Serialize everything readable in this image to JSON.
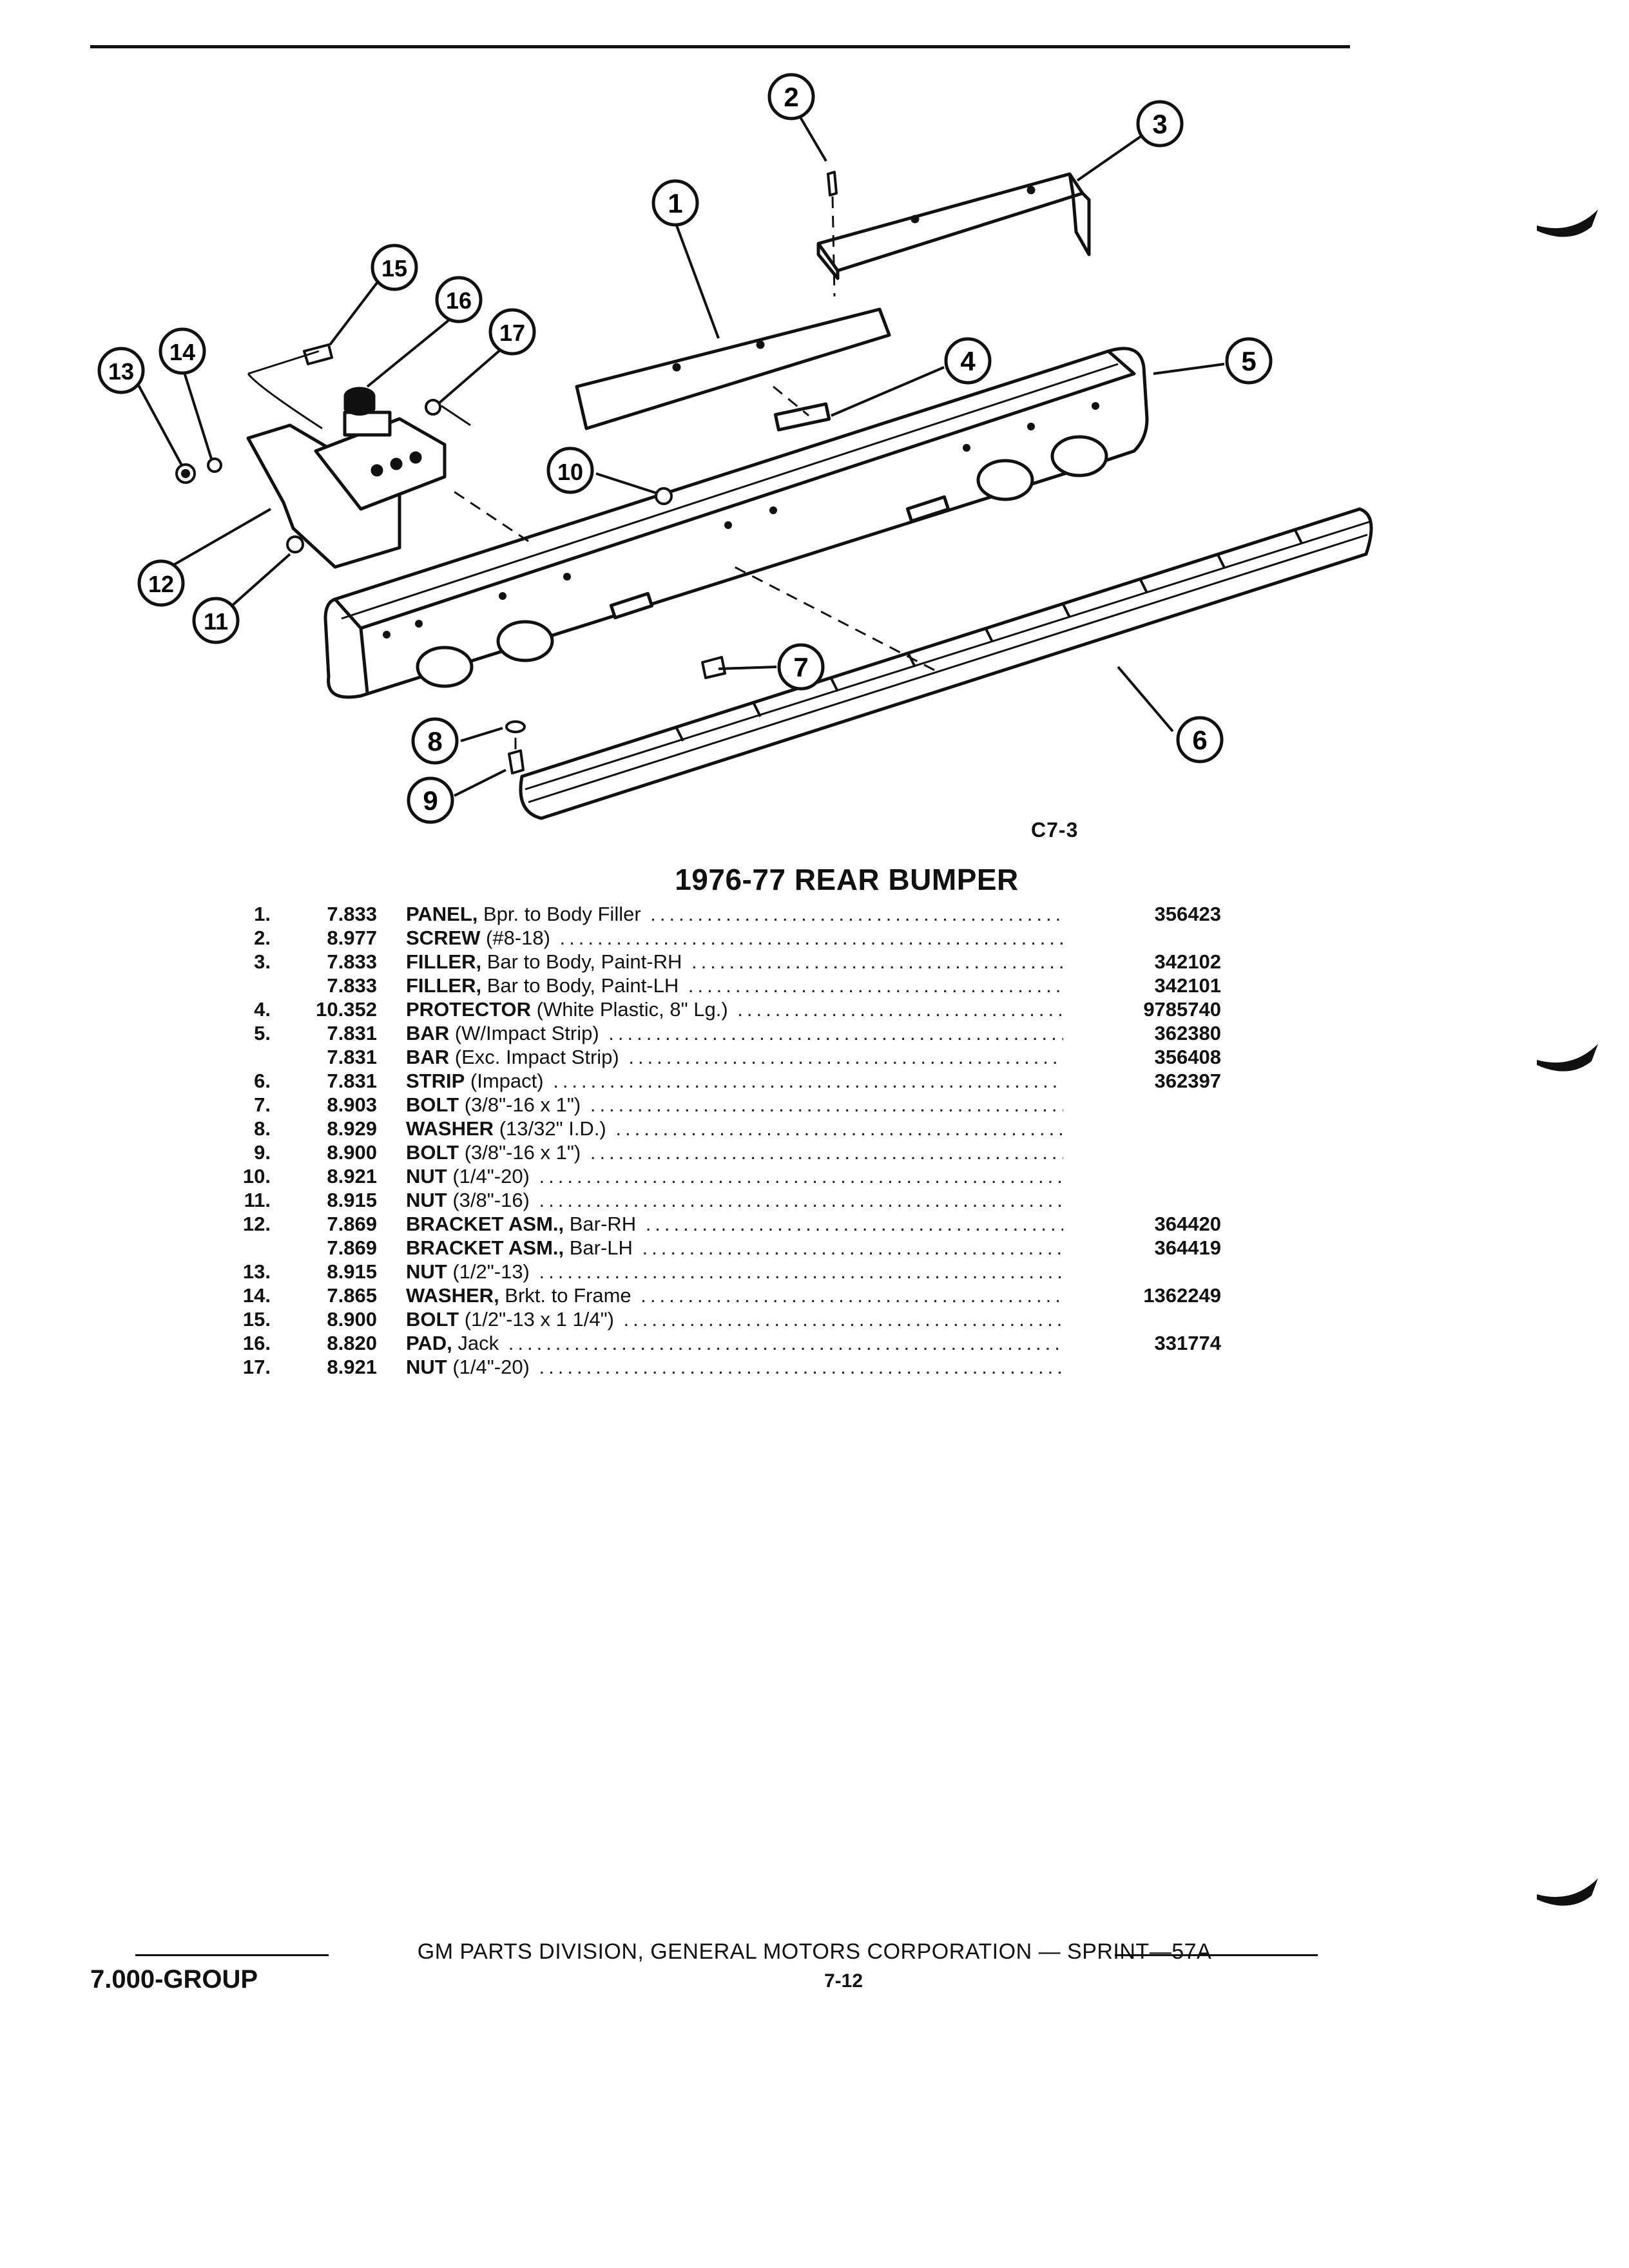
{
  "figure_code": "C7-3",
  "title": "1976-77 REAR BUMPER",
  "callouts": [
    "1",
    "2",
    "3",
    "4",
    "5",
    "6",
    "7",
    "8",
    "9",
    "10",
    "11",
    "12",
    "13",
    "14",
    "15",
    "16",
    "17"
  ],
  "parts": [
    {
      "num": "1.",
      "group": "7.833",
      "name": "PANEL,",
      "desc": " Bpr. to Body Filler",
      "part_no": "356423"
    },
    {
      "num": "2.",
      "group": "8.977",
      "name": "SCREW",
      "desc": " (#8-18)",
      "part_no": ""
    },
    {
      "num": "3.",
      "group": "7.833",
      "name": "FILLER,",
      "desc": " Bar to Body, Paint-RH",
      "part_no": "342102"
    },
    {
      "num": "",
      "group": "7.833",
      "name": "FILLER,",
      "desc": " Bar to Body, Paint-LH",
      "part_no": "342101"
    },
    {
      "num": "4.",
      "group": "10.352",
      "name": "PROTECTOR",
      "desc": " (White Plastic, 8\" Lg.)",
      "part_no": "9785740"
    },
    {
      "num": "5.",
      "group": "7.831",
      "name": "BAR",
      "desc": " (W/Impact Strip)",
      "part_no": "362380"
    },
    {
      "num": "",
      "group": "7.831",
      "name": "BAR",
      "desc": " (Exc. Impact Strip)",
      "part_no": "356408"
    },
    {
      "num": "6.",
      "group": "7.831",
      "name": "STRIP",
      "desc": " (Impact)",
      "part_no": "362397"
    },
    {
      "num": "7.",
      "group": "8.903",
      "name": "BOLT",
      "desc": " (3/8\"-16 x 1\")",
      "part_no": ""
    },
    {
      "num": "8.",
      "group": "8.929",
      "name": "WASHER",
      "desc": " (13/32\" I.D.)",
      "part_no": ""
    },
    {
      "num": "9.",
      "group": "8.900",
      "name": "BOLT",
      "desc": " (3/8\"-16 x 1\")",
      "part_no": ""
    },
    {
      "num": "10.",
      "group": "8.921",
      "name": "NUT",
      "desc": " (1/4\"-20)",
      "part_no": ""
    },
    {
      "num": "11.",
      "group": "8.915",
      "name": "NUT",
      "desc": " (3/8\"-16)",
      "part_no": ""
    },
    {
      "num": "12.",
      "group": "7.869",
      "name": "BRACKET ASM.,",
      "desc": " Bar-RH",
      "part_no": "364420"
    },
    {
      "num": "",
      "group": "7.869",
      "name": "BRACKET ASM.,",
      "desc": " Bar-LH",
      "part_no": "364419"
    },
    {
      "num": "13.",
      "group": "8.915",
      "name": "NUT",
      "desc": " (1/2\"-13)",
      "part_no": ""
    },
    {
      "num": "14.",
      "group": "7.865",
      "name": "WASHER,",
      "desc": " Brkt. to Frame",
      "part_no": "1362249"
    },
    {
      "num": "15.",
      "group": "8.900",
      "name": "BOLT",
      "desc": " (1/2\"-13 x 1 1/4\")",
      "part_no": ""
    },
    {
      "num": "16.",
      "group": "8.820",
      "name": "PAD,",
      "desc": " Jack",
      "part_no": "331774"
    },
    {
      "num": "17.",
      "group": "8.921",
      "name": "NUT",
      "desc": " (1/4\"-20)",
      "part_no": ""
    }
  ],
  "footer": {
    "publisher": "GM PARTS DIVISION, GENERAL MOTORS CORPORATION — SPRINT—57A",
    "group": "7.000-GROUP",
    "page": "7-12"
  },
  "colors": {
    "ink": "#111111",
    "paper": "#ffffff"
  }
}
